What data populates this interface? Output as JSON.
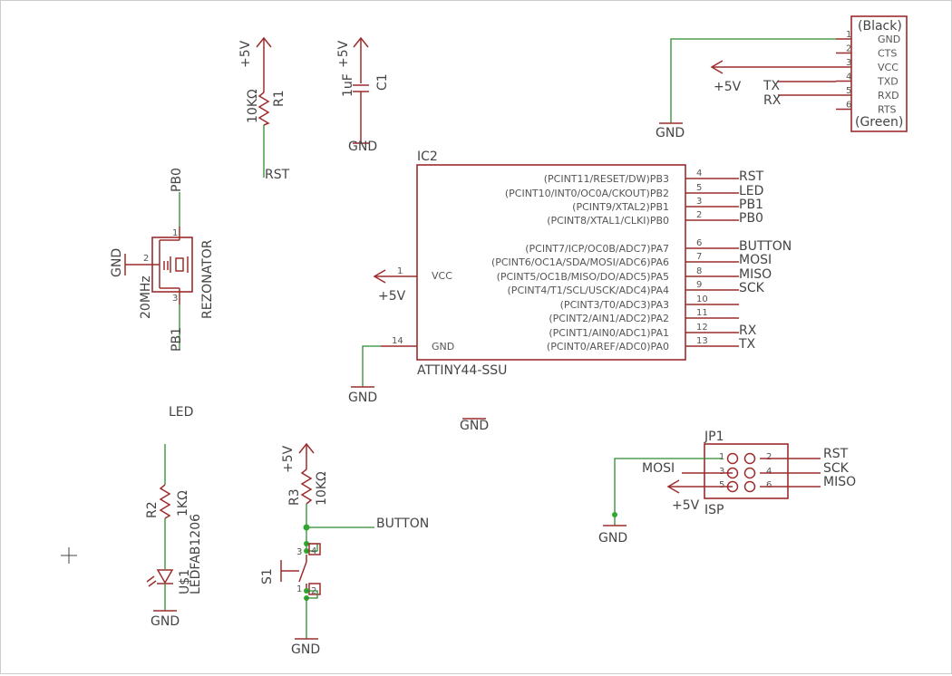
{
  "colors": {
    "wire": "#2e8b2e",
    "part": "#9b2d2d",
    "text": "#444444",
    "junction": "#2ea82e",
    "background": "#ffffff"
  },
  "r1": {
    "supply": "+5V",
    "value": "10KΩ",
    "name": "R1",
    "net": "RST"
  },
  "c1": {
    "supply": "+5V",
    "value": "1uF",
    "name": "C1",
    "gnd": "GND"
  },
  "ftdi": {
    "top": "(Black)",
    "bottom": "(Green)",
    "supply": "+5V",
    "gnd": "GND",
    "tx": "TX",
    "rx": "RX",
    "pins": [
      {
        "num": "1",
        "name": "GND"
      },
      {
        "num": "2",
        "name": "CTS"
      },
      {
        "num": "3",
        "name": "VCC"
      },
      {
        "num": "4",
        "name": "TXD"
      },
      {
        "num": "5",
        "name": "RXD"
      },
      {
        "num": "6",
        "name": "RTS"
      }
    ]
  },
  "resonator": {
    "top": "PB0",
    "bottom": "PB1",
    "gnd": "GND",
    "freq": "20MHz",
    "name": "REZONATOR",
    "pin1": "1",
    "pin2": "2",
    "pin3": "3"
  },
  "ic2": {
    "name": "IC2",
    "part": "ATTINY44-SSU",
    "vcc": "VCC",
    "gnd": "GND",
    "vcc_pin": "1",
    "gnd_pin": "14",
    "supply": "+5V",
    "gnd_label": "GND",
    "gnd_extra": "GND",
    "pins": [
      {
        "label": "(PCINT11/RESET/DW)PB3",
        "num": "4",
        "net": "RST"
      },
      {
        "label": "(PCINT10/INT0/OC0A/CKOUT)PB2",
        "num": "5",
        "net": "LED"
      },
      {
        "label": "(PCINT9/XTAL2)PB1",
        "num": "3",
        "net": "PB1"
      },
      {
        "label": "(PCINT8/XTAL1/CLKI)PB0",
        "num": "2",
        "net": "PB0"
      },
      {
        "label": "(PCINT7/ICP/OC0B/ADC7)PA7",
        "num": "6",
        "net": "BUTTON"
      },
      {
        "label": "(PCINT6/OC1A/SDA/MOSI/ADC6)PA6",
        "num": "7",
        "net": "MOSI"
      },
      {
        "label": "(PCINT5/OC1B/MISO/DO/ADC5)PA5",
        "num": "8",
        "net": "MISO"
      },
      {
        "label": "(PCINT4/T1/SCL/USCK/ADC4)PA4",
        "num": "9",
        "net": "SCK"
      },
      {
        "label": "(PCINT3/T0/ADC3)PA3",
        "num": "10",
        "net": ""
      },
      {
        "label": "(PCINT2/AIN1/ADC2)PA2",
        "num": "11",
        "net": ""
      },
      {
        "label": "(PCINT1/AIN0/ADC1)PA1",
        "num": "12",
        "net": "RX"
      },
      {
        "label": "(PCINT0/AREF/ADC0)PA0",
        "num": "13",
        "net": "TX"
      }
    ]
  },
  "led": {
    "net": "LED",
    "r_name": "R2",
    "r_value": "1KΩ",
    "d_name": "U$1",
    "d_part": "LEDFAB1206",
    "gnd": "GND"
  },
  "button": {
    "supply": "+5V",
    "r_name": "R3",
    "r_value": "10KΩ",
    "net": "BUTTON",
    "sw": "S1",
    "gnd": "GND",
    "p1": "1",
    "p2": "2",
    "p3": "3",
    "p4": "4"
  },
  "jp1": {
    "name": "JP1",
    "part": "ISP",
    "mosi": "MOSI",
    "supply": "+5V",
    "gnd": "GND",
    "rst": "RST",
    "sck": "SCK",
    "miso": "MISO",
    "pins": [
      "1",
      "2",
      "3",
      "4",
      "5",
      "6"
    ]
  }
}
